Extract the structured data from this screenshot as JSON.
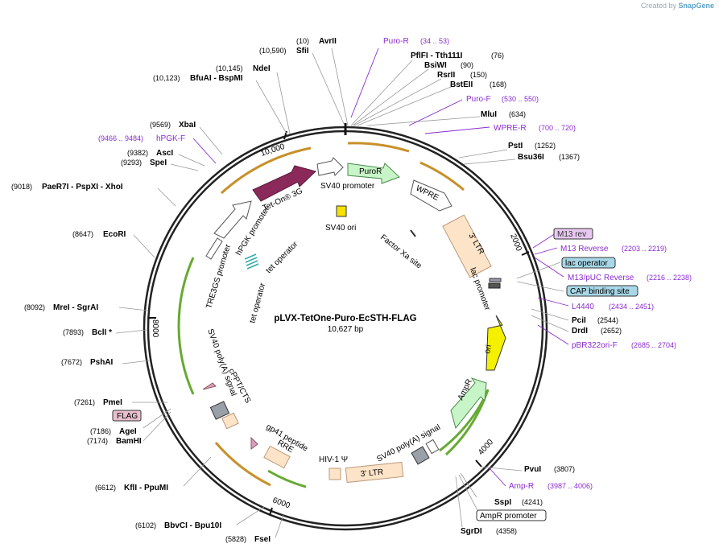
{
  "watermark": {
    "prefix": "Created by",
    "brand": "SnapGene"
  },
  "plasmid": {
    "name": "pLVX-TetOne-Puro-EcSTH-FLAG",
    "size": "10,627 bp"
  },
  "ticks": [
    "10,000",
    "2000",
    "8000",
    "4000",
    "6000"
  ],
  "enzymes": [
    {
      "pos": "(10)",
      "name": "AvrII"
    },
    {
      "pos": "(10,590)",
      "name": "SfiI"
    },
    {
      "pos": "",
      "name": "PflFI - Tth111I",
      "pos2": "(76)"
    },
    {
      "pos": "",
      "name": "BsiWI",
      "pos2": "(90)"
    },
    {
      "pos": "",
      "name": "RsrII",
      "pos2": "(150)"
    },
    {
      "pos": "",
      "name": "BstEII",
      "pos2": "(168)"
    },
    {
      "pos": "",
      "name": "MluI",
      "pos2": "(634)"
    },
    {
      "pos": "",
      "name": "PstI",
      "pos2": "(1252)"
    },
    {
      "pos": "",
      "name": "Bsu36I",
      "pos2": "(1367)"
    },
    {
      "pos": "(10,145)",
      "name": "NdeI"
    },
    {
      "pos": "(10,123)",
      "name": "BfuAI - BspMI"
    },
    {
      "pos": "(9569)",
      "name": "XbaI"
    },
    {
      "pos": "(9382)",
      "name": "AscI"
    },
    {
      "pos": "(9293)",
      "name": "SpeI"
    },
    {
      "pos": "(9018)",
      "name": "PaeR7I - PspXI - XhoI"
    },
    {
      "pos": "(8647)",
      "name": "EcoRI"
    },
    {
      "pos": "(8092)",
      "name": "MreI - SgrAI"
    },
    {
      "pos": "(7893)",
      "name": "BclI *"
    },
    {
      "pos": "(7672)",
      "name": "PshAI"
    },
    {
      "pos": "(7261)",
      "name": "PmeI"
    },
    {
      "pos": "(7186)",
      "name": "AgeI"
    },
    {
      "pos": "(7174)",
      "name": "BamHI"
    },
    {
      "pos": "(6612)",
      "name": "KflI - PpuMI"
    },
    {
      "pos": "(6102)",
      "name": "BbvCI - Bpu10I"
    },
    {
      "pos": "(5828)",
      "name": "FseI"
    },
    {
      "pos": "",
      "name": "PciI",
      "pos2": "(2544)"
    },
    {
      "pos": "",
      "name": "DrdI",
      "pos2": "(2652)"
    },
    {
      "pos": "",
      "name": "PvuI",
      "pos2": "(3807)"
    },
    {
      "pos": "",
      "name": "SspI",
      "pos2": "(4241)"
    },
    {
      "pos": "",
      "name": "SgrDI",
      "pos2": "(4358)"
    }
  ],
  "primers": [
    {
      "name": "Puro-R",
      "range": "(34 .. 53)"
    },
    {
      "name": "Puro-F",
      "range": "(530 .. 550)"
    },
    {
      "name": "WPRE-R",
      "range": "(700 .. 720)"
    },
    {
      "name": "hPGK-F",
      "range": "(9466 .. 9484)"
    },
    {
      "name": "M13 Reverse",
      "range": "(2203 .. 2219)"
    },
    {
      "name": "M13/pUC Reverse",
      "range": "(2216 .. 2238)"
    },
    {
      "name": "L4440",
      "range": "(2434 .. 2451)"
    },
    {
      "name": "pBR322ori-F",
      "range": "(2685 .. 2704)"
    },
    {
      "name": "Amp-R",
      "range": "(3987 .. 4006)"
    }
  ],
  "boxed_labels": [
    "M13 rev",
    "lac operator",
    "CAP binding site",
    "FLAG",
    "AmpR promoter"
  ],
  "features": [
    "Tet-On® 3G",
    "SV40 promoter",
    "PuroR",
    "WPRE",
    "3' LTR",
    "hPGK promoter",
    "TRE3GS promoter",
    "tet operator",
    "tet operator",
    "SV40 ori",
    "Factor Xa site",
    "lac promoter",
    "ori",
    "AmpR",
    "SV40 poly(A) signal",
    "SV40 poly(A) signal",
    "cPPT/CTS",
    "gp41 peptide",
    "RRE",
    "HIV-1 Ψ",
    "3' LTR"
  ]
}
